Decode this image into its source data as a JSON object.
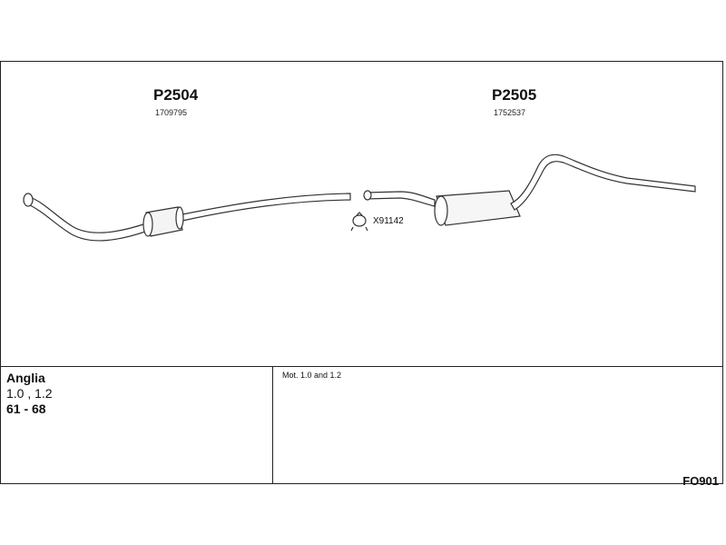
{
  "parts": [
    {
      "part_number": "P2504",
      "ref": "1709795"
    },
    {
      "part_number": "P2505",
      "ref": "1752537"
    }
  ],
  "clamp": {
    "label": "X91142",
    "icon": "pipe-clamp-icon"
  },
  "vehicle": {
    "model": "Anglia",
    "engines": "1.0 , 1.2",
    "years": "61 - 68"
  },
  "notes": "Mot. 1.0 and 1.2",
  "drawing_code": "FO901"
}
